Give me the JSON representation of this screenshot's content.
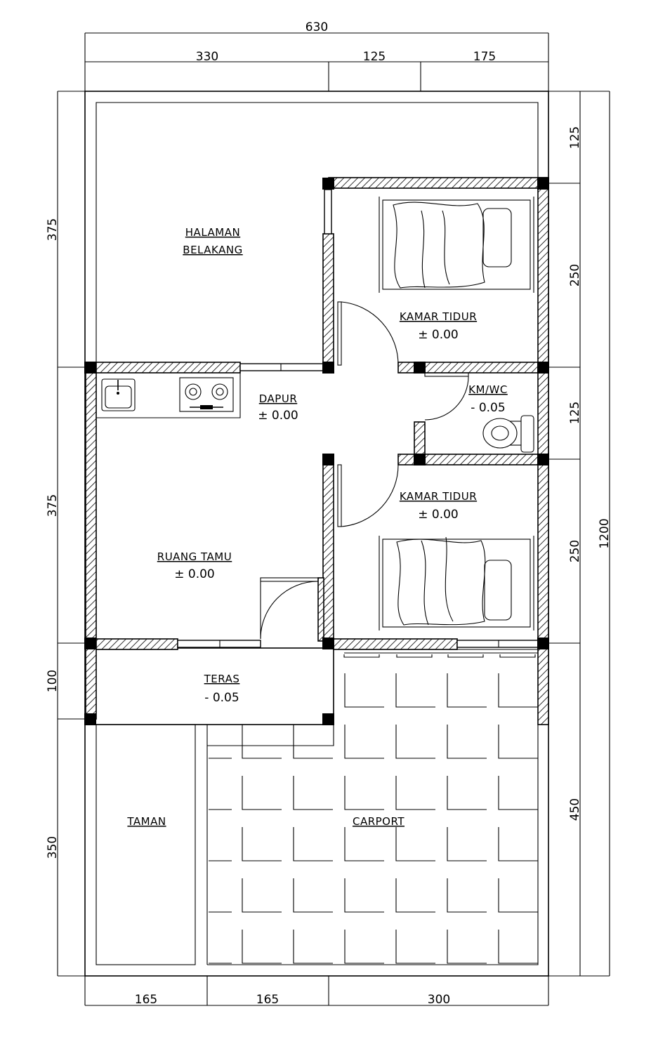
{
  "dimensions": {
    "top_total": "630",
    "top_segments": [
      "330",
      "125",
      "175"
    ],
    "bottom_segments": [
      "165",
      "165",
      "300"
    ],
    "left_segments": [
      "375",
      "375",
      "100",
      "350"
    ],
    "right_segments": [
      "125",
      "250",
      "125",
      "250",
      "450"
    ],
    "right_total": "1200"
  },
  "rooms": {
    "halaman_line1": "HALAMAN",
    "halaman_line2": "BELAKANG",
    "kamar1_name": "KAMAR TIDUR",
    "kamar1_level": "± 0.00",
    "kmwc_name": "KM/WC",
    "kmwc_level": "- 0.05",
    "dapur_name": "DAPUR",
    "dapur_level": "± 0.00",
    "kamar2_name": "KAMAR TIDUR",
    "kamar2_level": "± 0.00",
    "ruang_name": "RUANG TAMU",
    "ruang_level": "± 0.00",
    "teras_name": "TERAS",
    "teras_level": "- 0.05",
    "taman_name": "TAMAN",
    "carport_name": "CARPORT"
  }
}
